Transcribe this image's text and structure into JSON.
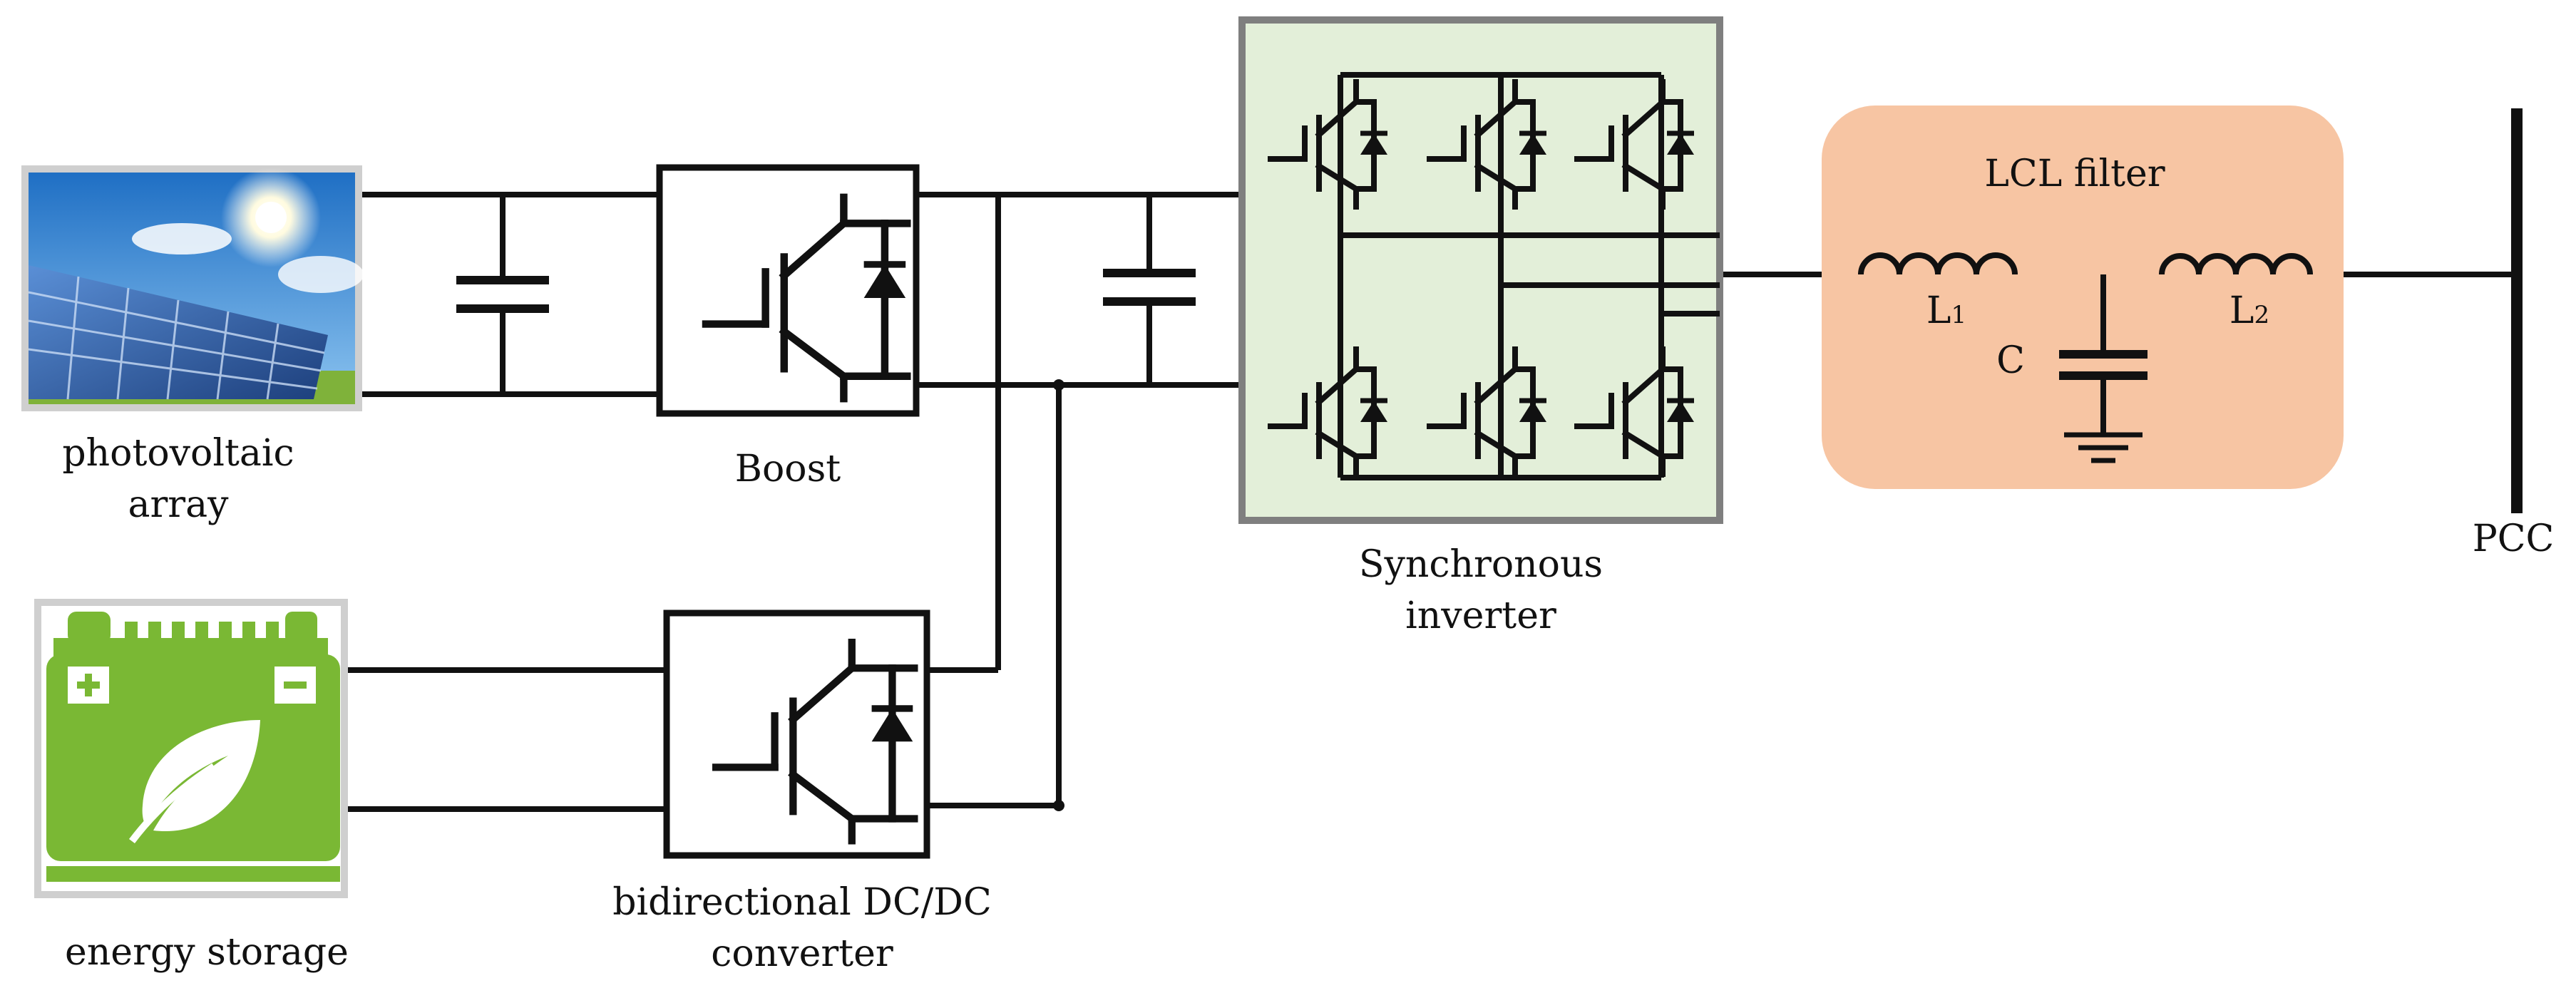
{
  "labels": {
    "pv": [
      "photovoltaic",
      "array"
    ],
    "boost": "Boost",
    "bidirectional": [
      "bidirectional DC/DC",
      "converter"
    ],
    "storage": "energy storage",
    "inverter": [
      "Synchronous",
      "inverter"
    ],
    "lcl_title": "LCL filter",
    "l1": {
      "main": "L",
      "sub": "1"
    },
    "l2": {
      "main": "L",
      "sub": "2"
    },
    "c": "C",
    "pcc": "PCC"
  },
  "colors": {
    "wire": "#111111",
    "inverter_fill": "#e3efd9",
    "inverter_border": "#7f7f7f",
    "lcl_fill": "#f7c5a3",
    "battery_green": "#7ab834",
    "battery_dark": "#5d9a22",
    "pv_sky": "#3a86d6",
    "pv_panel": "#2f5fa8"
  },
  "icons": {
    "pv": "solar-panel-icon",
    "storage": "battery-leaf-icon"
  }
}
